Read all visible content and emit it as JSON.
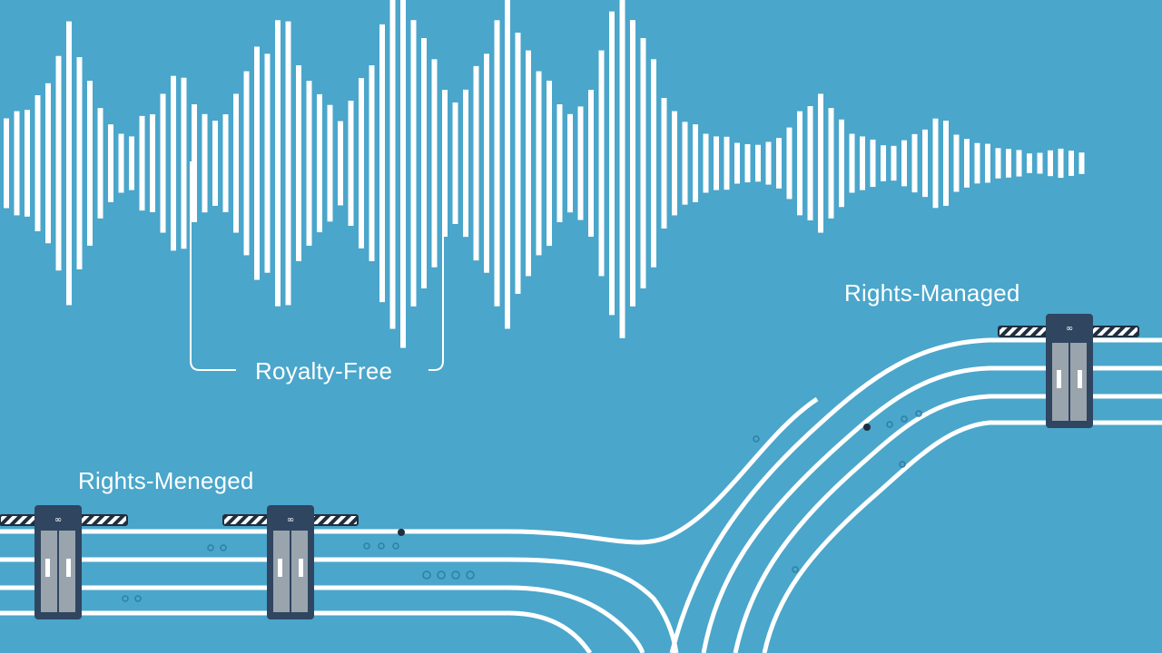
{
  "labels": {
    "royalty_free": "Royalty-Free",
    "rights_managed_top": "Rights-Managed",
    "rights_managed_left": "Rights-Meneged"
  },
  "colors": {
    "background": "#4aa6cb",
    "waveform": "#ffffff",
    "track_lines": "#ffffff",
    "gate_frame": "#2f4560",
    "gate_body": "#9aa4ad",
    "barrier_stripe": "#1f2f40"
  },
  "icons": [
    "waveform",
    "bracket-connector",
    "turnstile-gate",
    "barrier-arm",
    "circuit-track"
  ]
}
